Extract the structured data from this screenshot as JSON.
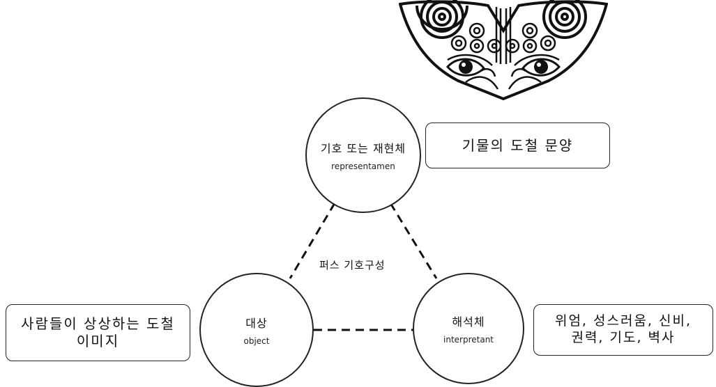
{
  "diagram": {
    "title": "퍼스 기호구성",
    "nodes": {
      "sign": {
        "label_ko": "기호 또는 재현체",
        "label_en": "representamen"
      },
      "object": {
        "label_ko": "대상",
        "label_en": "object"
      },
      "interpretant": {
        "label_ko": "해석체",
        "label_en": "interpretant"
      }
    },
    "notes": {
      "sign": "기물의 도철 문양",
      "object": "사람들이 상상하는 도철\n이미지",
      "interpretant": "위엄, 성스러움, 신비,\n권력, 기도, 벽사"
    },
    "colors": {
      "line": "#111111",
      "ink": "#111111"
    },
    "icon": "taotie-mask-icon"
  }
}
